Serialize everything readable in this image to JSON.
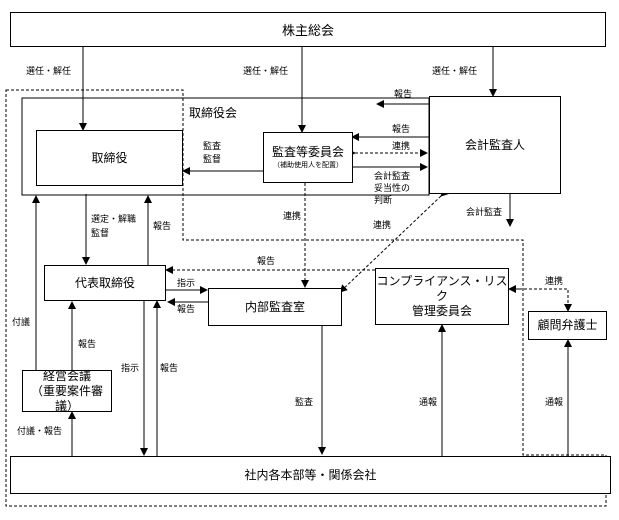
{
  "nodes": {
    "shareholders": "株主総会",
    "board_area": "取締役会",
    "directors": "取締役",
    "audit_committee": "監査等委員会",
    "audit_committee_note": "（補助使用人を配置）",
    "accounting_auditor": "会計監査人",
    "representative_director": "代表取締役",
    "internal_audit": "内部監査室",
    "compliance_committee_line1": "コンプライアンス・リスク",
    "compliance_committee_line2": "管理委員会",
    "legal_counsel": "顧問弁護士",
    "management_meeting_line1": "経営会議",
    "management_meeting_line2": "（重要案件審議）",
    "group_companies": "社内各本部等・関係会社"
  },
  "edges": {
    "elect_dismiss_directors": "選任・解任",
    "elect_dismiss_audit_committee": "選任・解任",
    "elect_dismiss_accounting_auditor": "選任・解任",
    "report_auditor_to_board": "報告",
    "report_auditor_to_committee": "報告",
    "liaison_auditor_committee": "連携",
    "audit_supervise_line1": "監査",
    "audit_supervise_line2": "監督",
    "audit_appropriateness_line1": "会計監査",
    "audit_appropriateness_line2": "妥当性の",
    "audit_appropriateness_line3": "判断",
    "accounting_audit": "会計監査",
    "liaison_committee_internal": "連携",
    "liaison_auditor_internal": "連携",
    "select_dismiss_supervise_line1": "選定・解職",
    "select_dismiss_supervise_line2": "監督",
    "report_rep_to_directors": "報告",
    "report_internal_to_rep_top": "報告",
    "instruct_rep_to_internal": "指示",
    "report_internal_to_rep": "報告",
    "liaison_compliance_counsel": "連携",
    "refer_management_to_directors": "付議",
    "report_management_to_rep": "報告",
    "instruct_rep_to_group": "指示",
    "report_group_to_rep": "報告",
    "refer_report_group_to_management": "付議・報告",
    "audit_internal_to_group": "監査",
    "whistle_to_compliance": "通報",
    "whistle_to_counsel": "通報"
  }
}
